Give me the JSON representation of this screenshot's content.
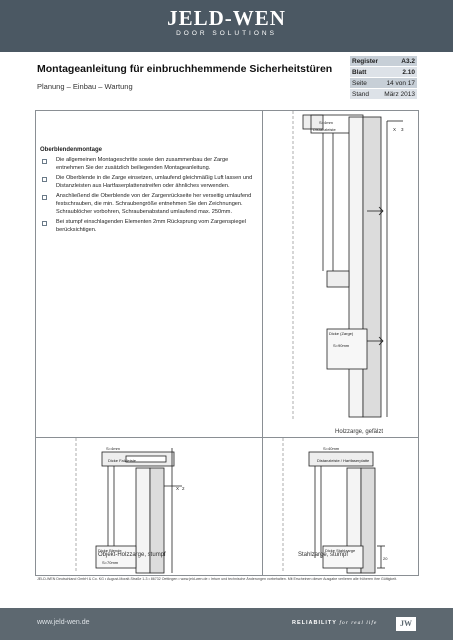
{
  "header": {
    "logo_main": "JELD-WEN",
    "logo_sub": "DOOR SOLUTIONS"
  },
  "title": "Montageanleitung für einbruchhemmende Sicherheitstüren",
  "subtitle": "Planung – Einbau – Wartung",
  "info": {
    "register_label": "Register",
    "register_value": "A3.2",
    "blatt_label": "Blatt",
    "blatt_value": "2.10",
    "seite_label": "Seite",
    "seite_value": "14 von 17",
    "stand_label": "Stand",
    "stand_value": "März 2013"
  },
  "section": {
    "title": "Oberblendenmontage",
    "bullets": [
      "Die allgemeinen Montageschritte sowie den zusammenbau der Zarge entnehmen Sie der zusätzlich beiliegenden Montageanleitung.",
      "Die Oberblende in die Zarge einsetzen, umlaufend gleichmäßig Luft lassen und Distanzleisten aus Hartfaserplattenstreifen oder ähnliches verwenden.",
      "Anschließend die Oberblende von der Zargenrückseite her verseitig umlaufend festschrauben, die min. Schraubengröße entnehmen Sie den Zeichnungen. Schraublöcher vorbohren, Schraubenabstand umlaufend max. 250mm.",
      "Bei stumpf einschlagenden Elementen 2mm Rücksprung vom Zargenspiegel berücksichtigen."
    ]
  },
  "figures": {
    "top_right_caption": "Holzzarge, gefälzt",
    "bottom_left_caption": "Objekt-Holzzarge, stumpf",
    "bottom_right_caption": "Stahlzarge, stumpf",
    "labels": {
      "s_4mm": "S=4mm",
      "distanzleiste": "Distanzleiste",
      "x3": "X",
      "x3_val": "3",
      "dicke_zarge": "Dicke (Zarge)",
      "s90": "S=90mm",
      "s5_4mm": "S=4mm",
      "dicke_falzfeste": "Dicke Falzleiste",
      "dicke_bl": "Dicke Blende",
      "s70": "S=70mm",
      "dicke_stahl": "Dicke Stahlzarge",
      "s40": "S=40mm",
      "distanz_stahl": "Distanzleiste / Hartfaserplatte",
      "x2": "X",
      "x2_val": "2",
      "dim_20": "20"
    }
  },
  "footnote": "JELD-WEN Deutschland GmbH & Co. KG • August-Moralt-Straße 1-3 • 86732 Oettingen • www.jeld-wen.de • Irrtum und technische Änderungen vorbehalten. Mit Erscheinen dieser Ausgabe verlieren alle früheren ihre Gültigkeit.",
  "footer": {
    "url": "www.jeld-wen.de",
    "tag_main": "RELIABILITY",
    "tag_rest": "for real life",
    "badge": "JW"
  }
}
